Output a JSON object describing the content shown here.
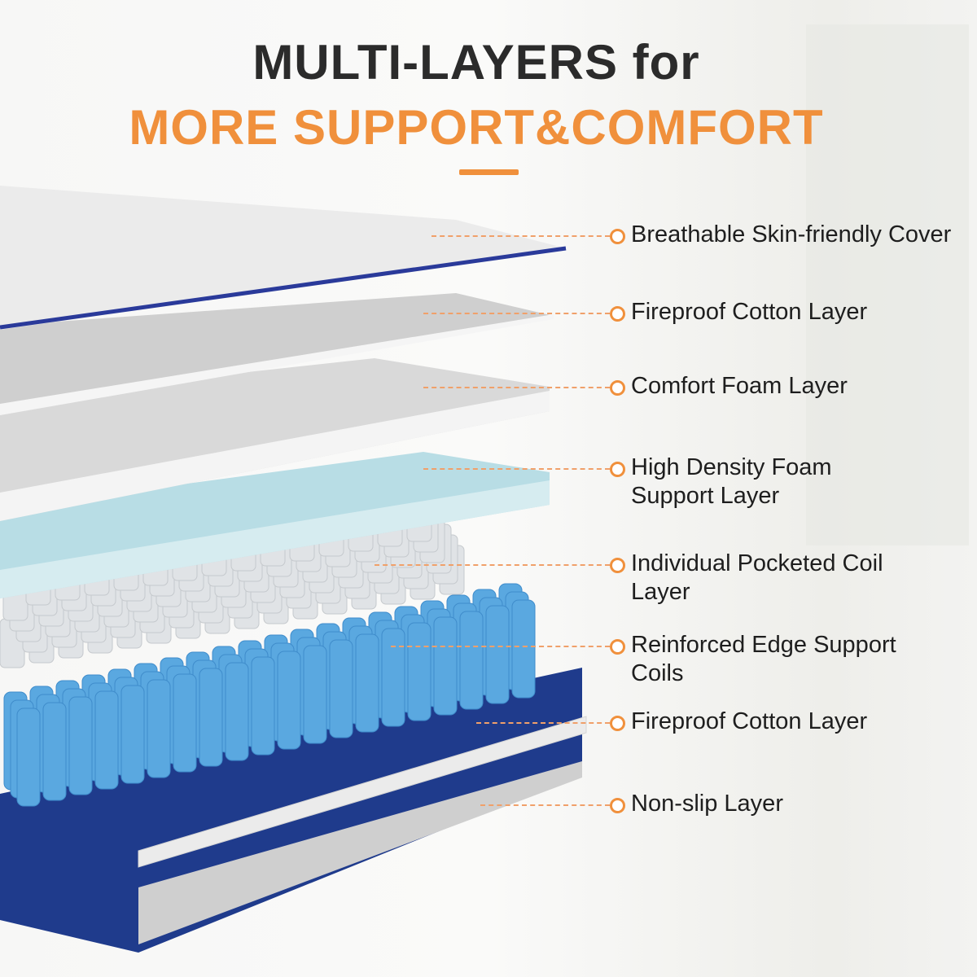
{
  "title_line1": "MULTI-LAYERS for",
  "title_line2": "MORE SUPPORT&COMFORT",
  "accent_color": "#f0903c",
  "layers": [
    {
      "label": "Breathable Skin-friendly Cover"
    },
    {
      "label": "Fireproof Cotton Layer"
    },
    {
      "label": "Comfort Foam Layer"
    },
    {
      "label": "High Density Foam Support Layer",
      "line1": "High Density Foam",
      "line2": "Support Layer"
    },
    {
      "label": "Individual Pocketed Coil Layer",
      "line1": "Individual Pocketed Coil",
      "line2": "Layer"
    },
    {
      "label": "Reinforced Edge Support Coils",
      "line1": "Reinforced Edge Support",
      "line2": "Coils"
    },
    {
      "label": "Fireproof Cotton Layer"
    },
    {
      "label": "Non-slip Layer"
    }
  ]
}
